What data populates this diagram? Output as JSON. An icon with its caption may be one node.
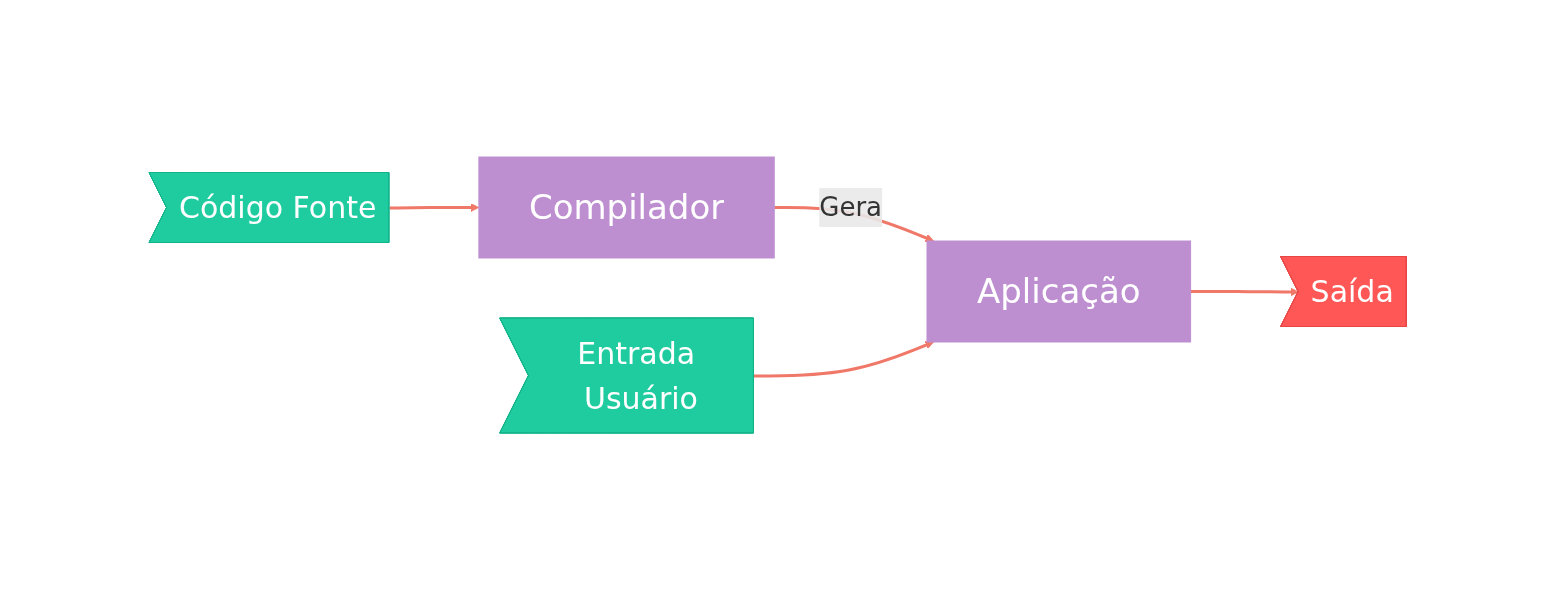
{
  "diagram": {
    "nodes": [
      {
        "text": [
          "Código Fonte"
        ]
      },
      {
        "text": [
          "Compilador"
        ]
      },
      {
        "text": [
          "Entrada Usuário"
        ]
      },
      {
        "text": [
          "Aplicação"
        ]
      },
      {
        "text": [
          "Saída"
        ]
      }
    ],
    "edges": [
      {
        "from": 0,
        "to": 1,
        "arrow": "to"
      },
      {
        "from": 1,
        "to": 3,
        "label": "Gera",
        "arrow": "to"
      },
      {
        "from": 2,
        "to": 3,
        "arrow": "to"
      },
      {
        "from": 3,
        "to": 4,
        "arrow": "to"
      }
    ]
  }
}
